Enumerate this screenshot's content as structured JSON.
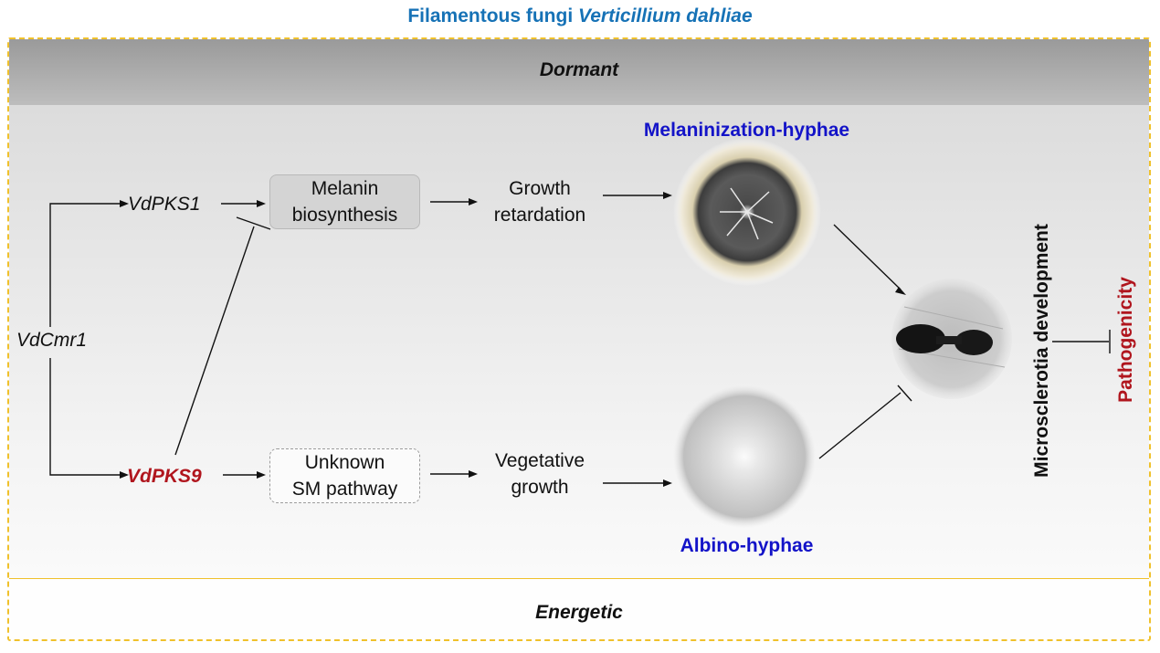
{
  "title": {
    "prefix": "Filamentous fungi ",
    "species": "Verticillium dahliae"
  },
  "bands": {
    "top": "Dormant",
    "bottom": "Energetic"
  },
  "genes": {
    "regulator": "VdCmr1",
    "pks1": "VdPKS1",
    "pks9": "VdPKS9"
  },
  "boxes": {
    "melanin": {
      "line1": "Melanin",
      "line2": "biosynthesis"
    },
    "unknown": {
      "line1": "Unknown",
      "line2": "SM pathway"
    }
  },
  "outcomes": {
    "growth_retardation": {
      "line1": "Growth",
      "line2": "retardation"
    },
    "vegetative_growth": {
      "line1": "Vegetative",
      "line2": "growth"
    }
  },
  "hyphae": {
    "melanized": "Melaninization-hyphae",
    "albino": "Albino-hyphae"
  },
  "labels": {
    "microsclerotia": "Microsclerotia development",
    "pathogenicity": "Pathogenicity"
  },
  "colors": {
    "title": "#1672b6",
    "hyphae_label": "#1313c8",
    "highlight_red": "#b0151d",
    "frame_border": "#f0c12c"
  }
}
